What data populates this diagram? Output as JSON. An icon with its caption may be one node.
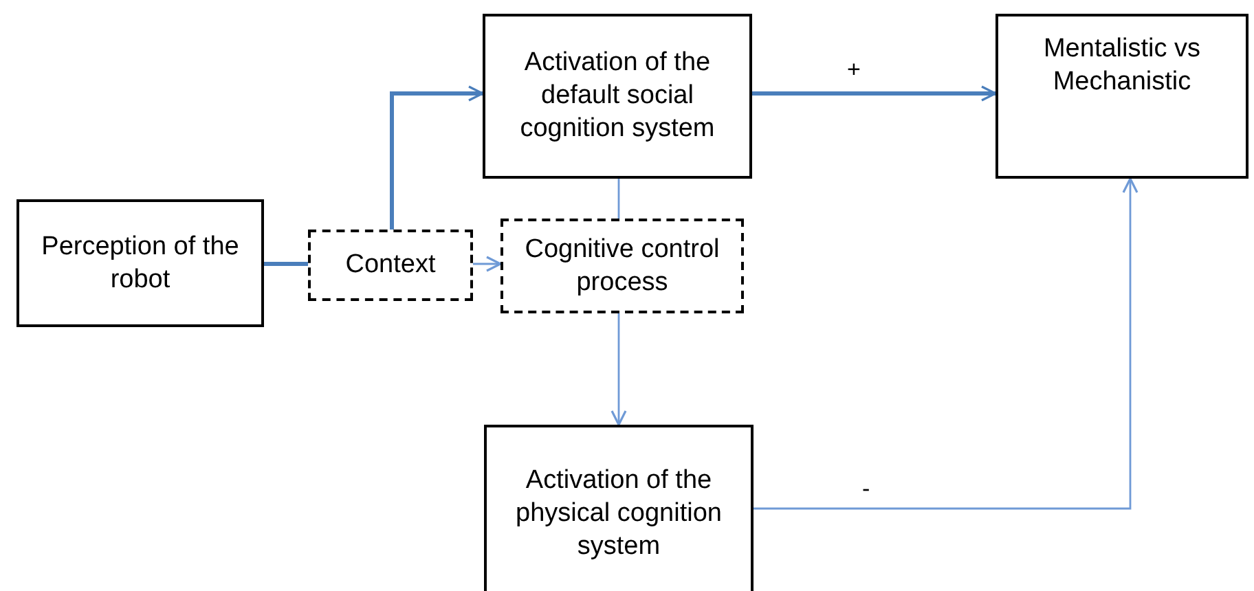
{
  "diagram": {
    "nodes": [
      {
        "text": [
          "Perception of the robot"
        ]
      },
      {
        "text": [
          "Context"
        ]
      },
      {
        "text": [
          "Activation of the default social cognition system"
        ]
      },
      {
        "text": [
          "Cognitive control process"
        ]
      },
      {
        "text": [
          "Mentalistic vs Mechanistic"
        ]
      },
      {
        "text": [
          "Activation of the physical cognition system"
        ]
      }
    ],
    "edges": [
      {
        "from": 0,
        "to": 1,
        "arrow": "none",
        "style": "thick"
      },
      {
        "from": 1,
        "to": 2,
        "arrow": "to",
        "style": "thick"
      },
      {
        "from": 1,
        "to": 3,
        "arrow": "to"
      },
      {
        "from": 2,
        "to": 3,
        "arrow": "none"
      },
      {
        "from": 3,
        "to": 5,
        "arrow": "to"
      },
      {
        "from": 2,
        "to": 4,
        "arrow": "to",
        "label": "+",
        "style": "thick"
      },
      {
        "from": 5,
        "to": 4,
        "arrow": "to",
        "label": "-"
      }
    ]
  }
}
